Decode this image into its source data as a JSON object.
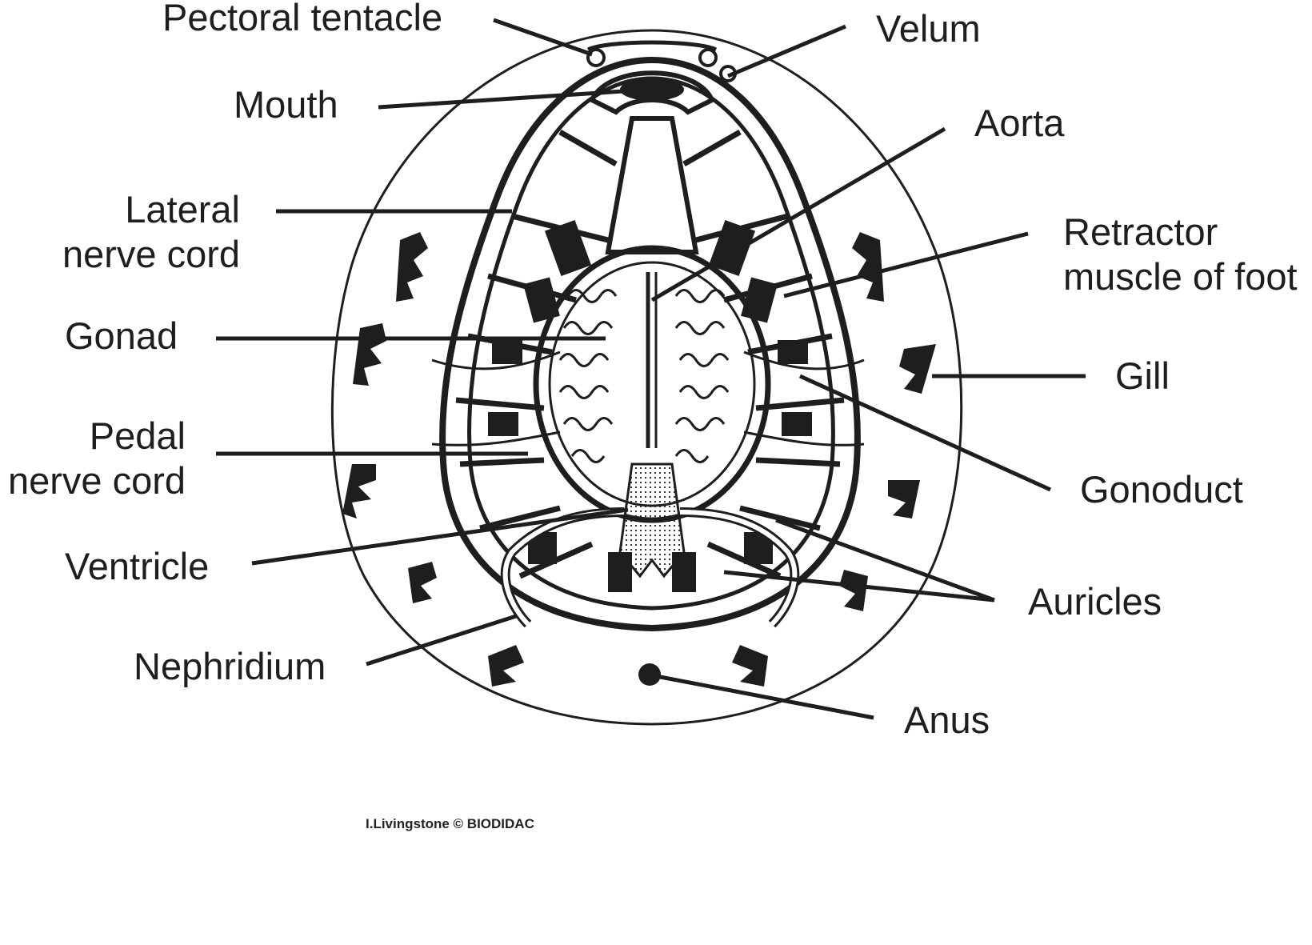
{
  "labels": {
    "pectoral_tentacle": "Pectoral tentacle",
    "velum": "Velum",
    "mouth": "Mouth",
    "aorta": "Aorta",
    "lateral_nerve_cord": "Lateral\nnerve cord",
    "retractor_muscle": "Retractor\nmuscle of foot",
    "gonad": "Gonad",
    "gill": "Gill",
    "pedal_nerve_cord": "Pedal\nnerve cord",
    "gonoduct": "Gonoduct",
    "ventricle": "Ventricle",
    "auricles": "Auricles",
    "nephridium": "Nephridium",
    "anus": "Anus"
  },
  "credit": "I.Livingstone © BIODIDAC",
  "colors": {
    "ink": "#1e1e1e",
    "background": "#ffffff"
  }
}
